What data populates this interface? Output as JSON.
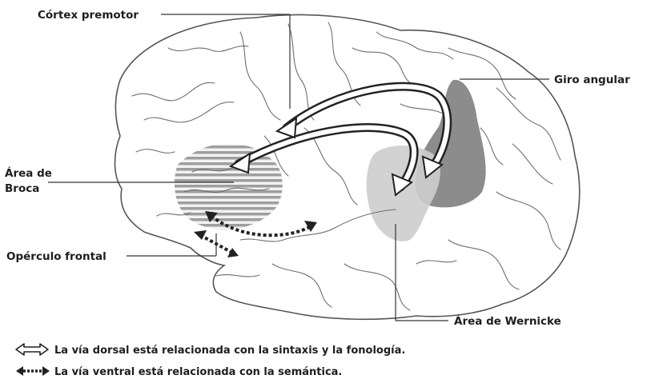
{
  "labels": {
    "premotor": "Córtex premotor",
    "angular": "Giro angular",
    "broca_line1": "Área de",
    "broca_line2": "Broca",
    "operculum": "Opérculo frontal",
    "wernicke": "Área de Wernicke"
  },
  "legend": {
    "dorsal": "La vía dorsal está relacionada con la sintaxis y la fonología.",
    "ventral": "La vía ventral está relacionada con la semántica."
  },
  "colors": {
    "outline": "#5a5a5a",
    "angular_fill": "#8c8c8c",
    "wernicke_fill": "#cfcfcf",
    "broca_stripes": "#9a9a9a",
    "text": "#1e1e1e"
  }
}
